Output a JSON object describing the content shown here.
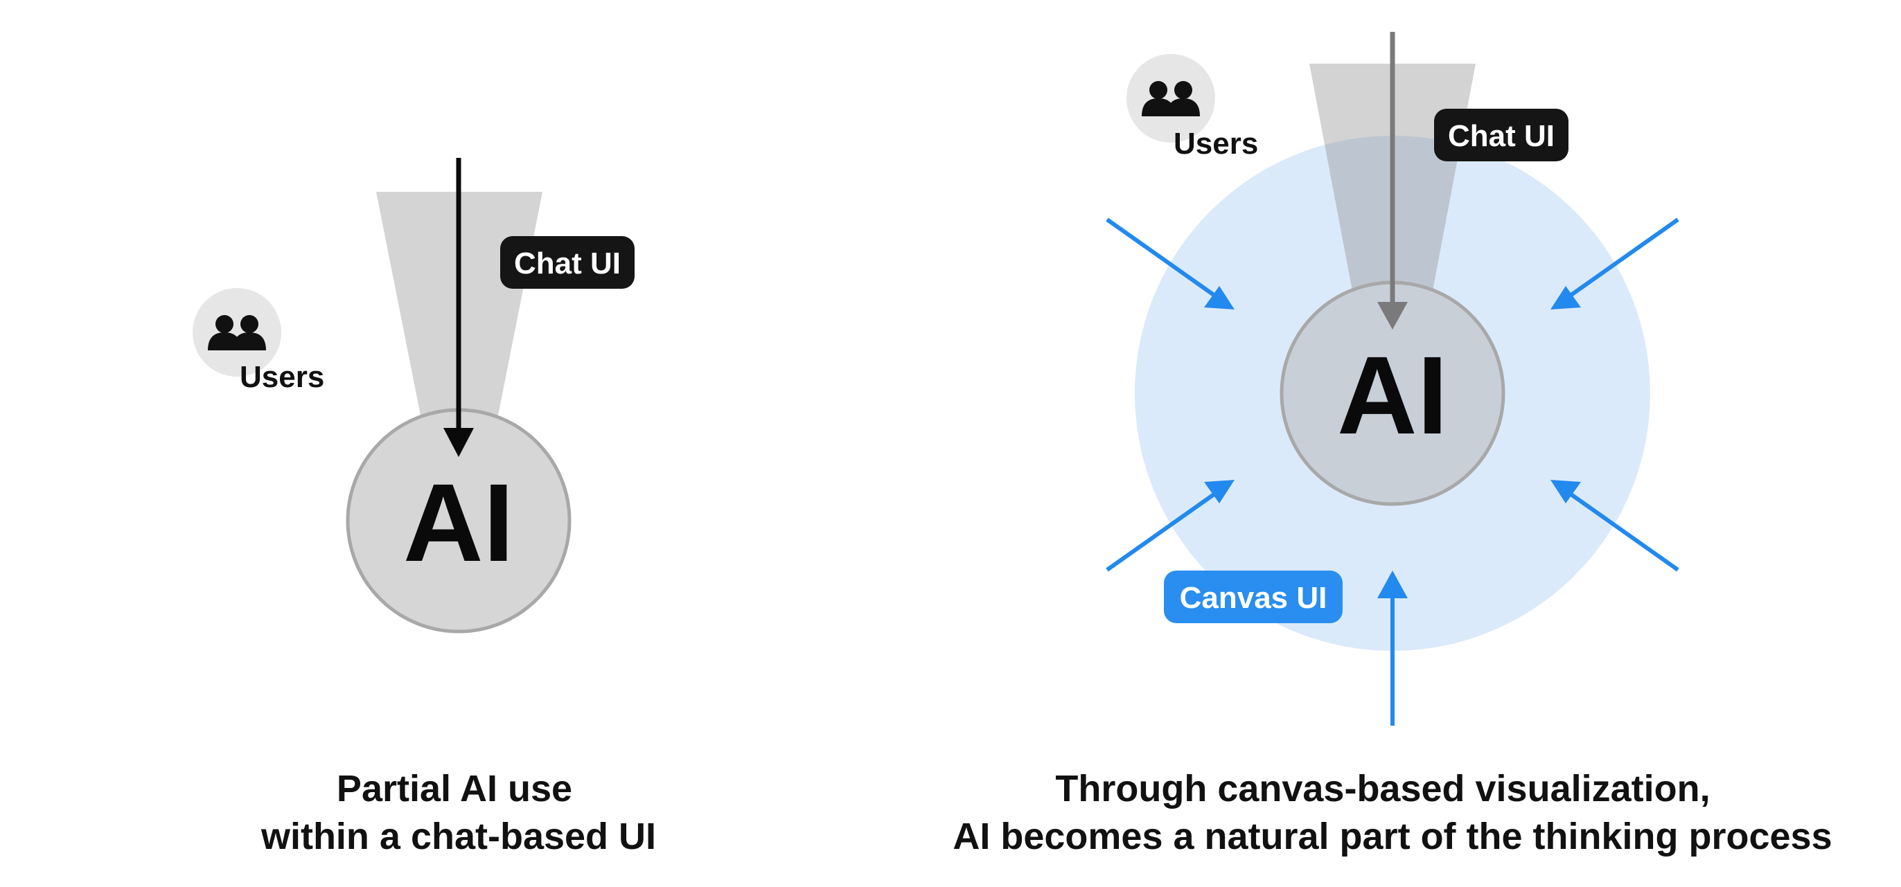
{
  "left_panel": {
    "users_label": "Users",
    "chat_ui_label": "Chat UI",
    "ai_label": "AI",
    "caption_line1": "Partial AI use",
    "caption_line2": "within a chat-based UI"
  },
  "right_panel": {
    "users_label": "Users",
    "chat_ui_label": "Chat UI",
    "canvas_ui_label": "Canvas UI",
    "ai_label": "AI",
    "caption_line1": "Through canvas-based visualization,",
    "caption_line2": "AI becomes a natural part of the thinking process"
  },
  "colors": {
    "chat_pill": "#151515",
    "canvas_pill": "#2a8ef0",
    "canvas_area": "#dbeafa",
    "blue_arrow": "#2289ee",
    "ai_circle": "#d6d6d6",
    "ai_circle_stroke": "#a8a8a8",
    "beam": "#d4d4d4"
  },
  "icons": {
    "users": "users-icon"
  }
}
